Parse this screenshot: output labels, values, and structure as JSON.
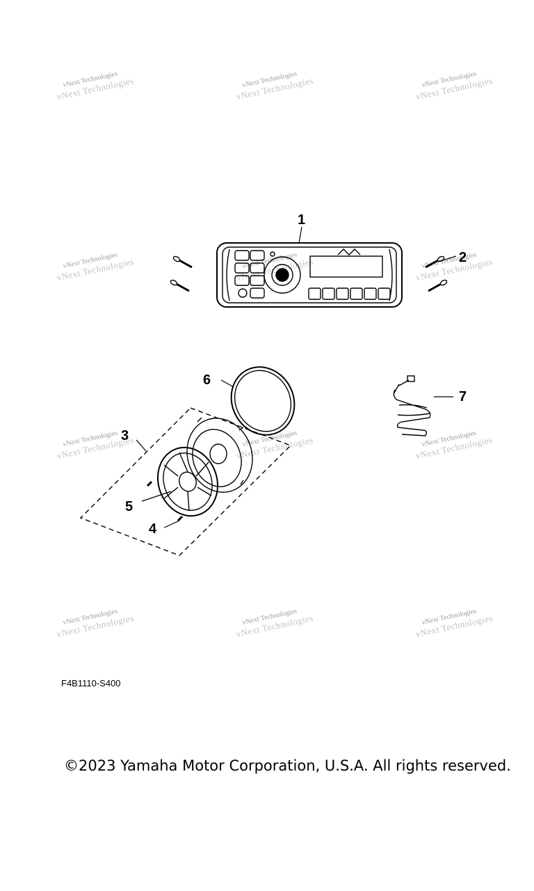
{
  "watermark_text": "vNext Technologies",
  "callouts": {
    "stereo": "1",
    "screws_stereo": "2",
    "speaker_kit": "3",
    "speaker_screw": "4",
    "speaker_grille": "5",
    "gasket": "6",
    "wire_harness": "7"
  },
  "drawing_code": "F4B1110-S400",
  "copyright": "©2023 Yamaha Motor Corporation, U.S.A. All rights reserved."
}
